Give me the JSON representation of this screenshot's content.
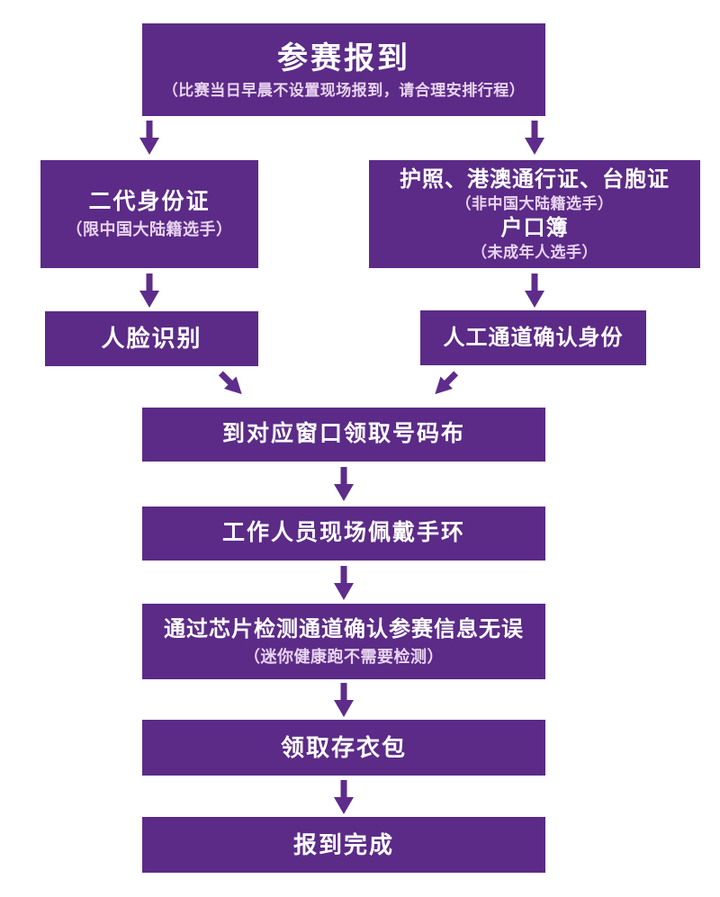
{
  "colors": {
    "box": "#5b2b87",
    "arrow": "#5e2c8a",
    "title": "#ffffff",
    "subtitle": "#e9d4f0",
    "bg": "#ffffff"
  },
  "flowchart": {
    "start": {
      "title": "参赛报到",
      "subtitle": "（比赛当日早晨不设置现场报到，请合理安排行程）"
    },
    "left_branch": {
      "id_card": {
        "title": "二代身份证",
        "subtitle": "（限中国大陆籍选手）"
      },
      "face": {
        "title": "人脸识别"
      }
    },
    "right_branch": {
      "documents": {
        "line1": "护照、港澳通行证、台胞证",
        "note1": "（非中国大陆籍选手）",
        "line2": "户口簿",
        "note2": "（未成年人选手）"
      },
      "manual": {
        "title": "人工通道确认身份"
      }
    },
    "steps": [
      {
        "title": "到对应窗口领取号码布"
      },
      {
        "title": "工作人员现场佩戴手环"
      },
      {
        "title": "通过芯片检测通道确认参赛信息无误",
        "subtitle": "（迷你健康跑不需要检测）"
      },
      {
        "title": "领取存衣包"
      },
      {
        "title": "报到完成"
      }
    ]
  }
}
